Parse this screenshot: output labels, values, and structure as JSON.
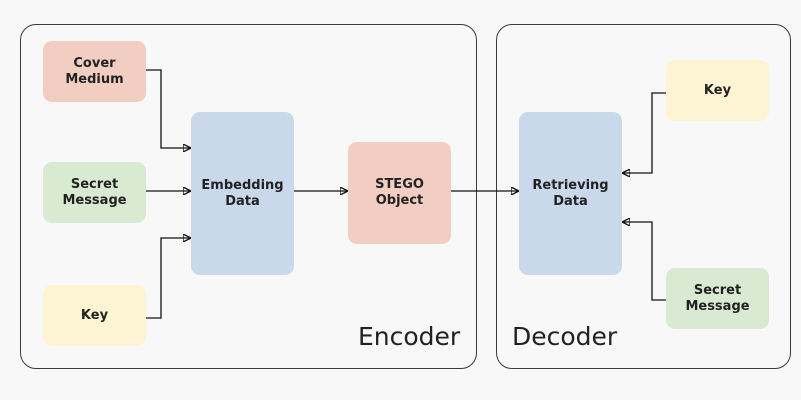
{
  "encoder": {
    "label": "Encoder",
    "cover_medium": "Cover\nMedium",
    "secret_message": "Secret\nMessage",
    "key": "Key",
    "embedding_data": "Embedding\nData",
    "stego_object": "STEGO\nObject"
  },
  "decoder": {
    "label": "Decoder",
    "retrieving_data": "Retrieving\nData",
    "key": "Key",
    "secret_message": "Secret\nMessage"
  },
  "colors": {
    "cover": "#f1cdc2",
    "secret": "#d9ead3",
    "key": "#fdf4d3",
    "process": "#c9d8ea",
    "stego": "#f1cdc2"
  }
}
